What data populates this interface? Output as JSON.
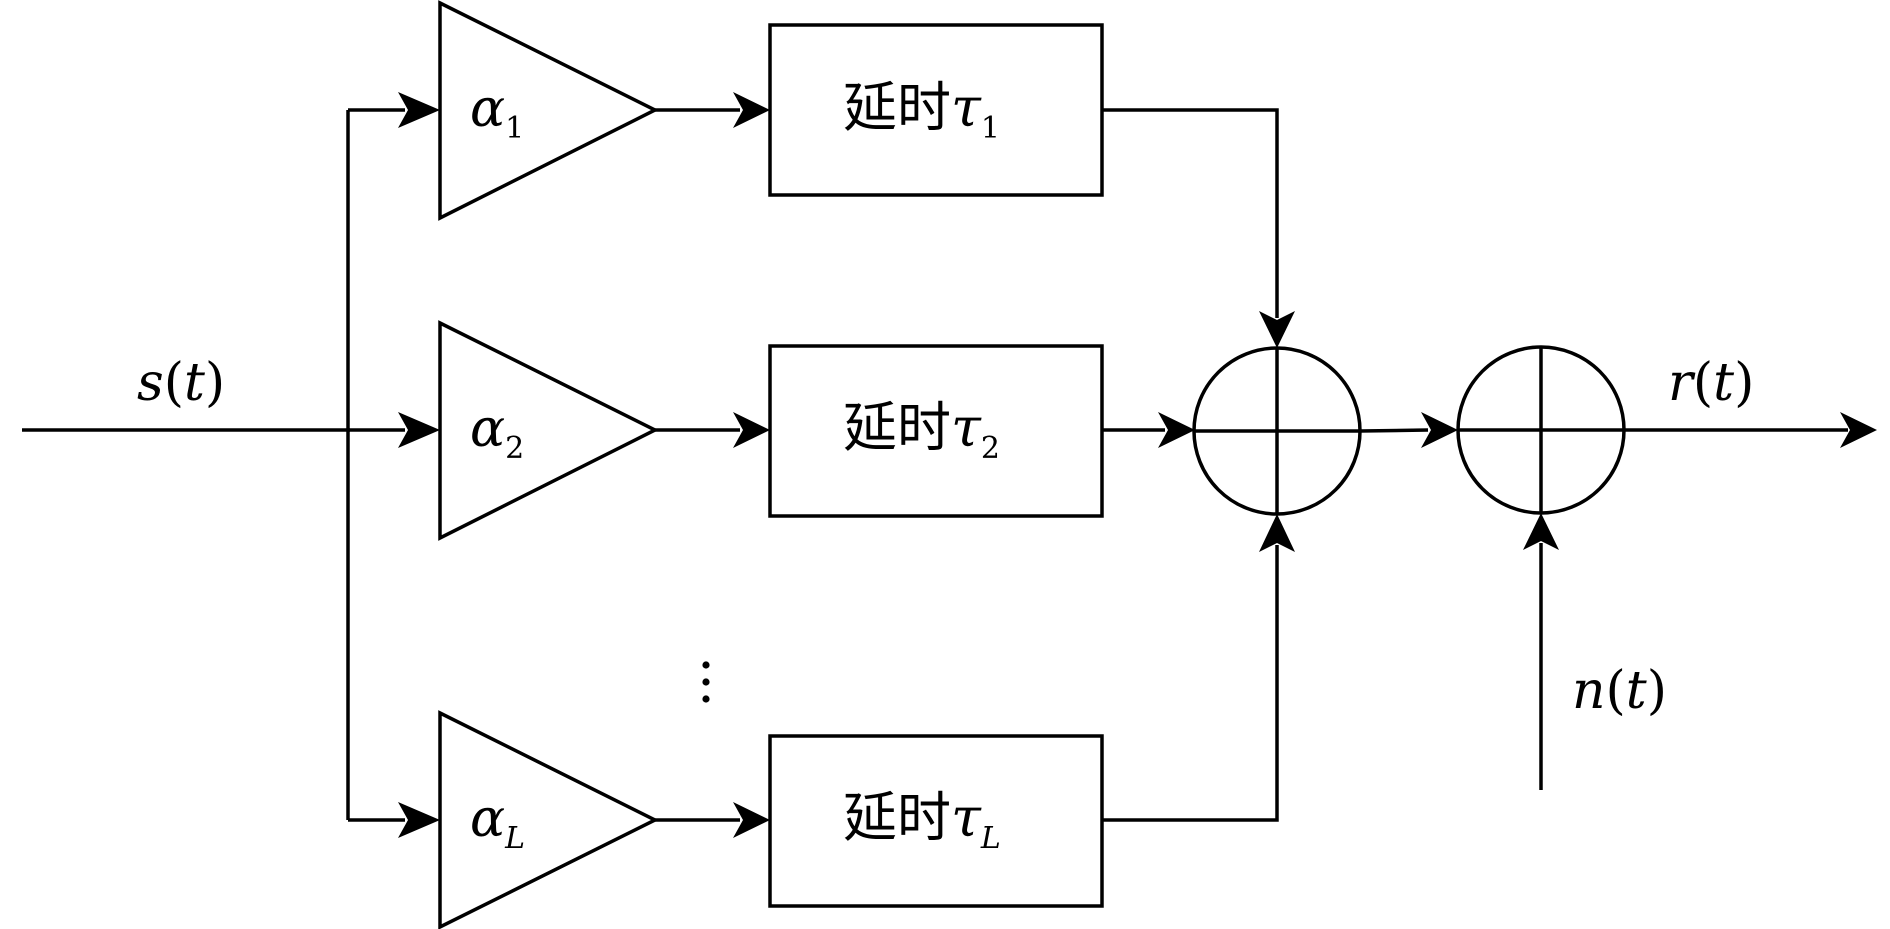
{
  "input_signal": {
    "var": "s",
    "open": "(",
    "arg": "t",
    "close": ")"
  },
  "output_signal": {
    "var": "r",
    "open": "(",
    "arg": "t",
    "close": ")"
  },
  "noise_signal": {
    "var": "n",
    "open": "(",
    "arg": "t",
    "close": ")"
  },
  "paths": [
    {
      "gain_symbol": "α",
      "gain_sub": "1",
      "delay_text": "延时",
      "delay_symbol": "τ",
      "delay_sub": "1"
    },
    {
      "gain_symbol": "α",
      "gain_sub": "2",
      "delay_text": "延时",
      "delay_symbol": "τ",
      "delay_sub": "2"
    },
    {
      "gain_symbol": "α",
      "gain_sub": "L",
      "delay_text": "延时",
      "delay_symbol": "τ",
      "delay_sub": "L"
    }
  ]
}
